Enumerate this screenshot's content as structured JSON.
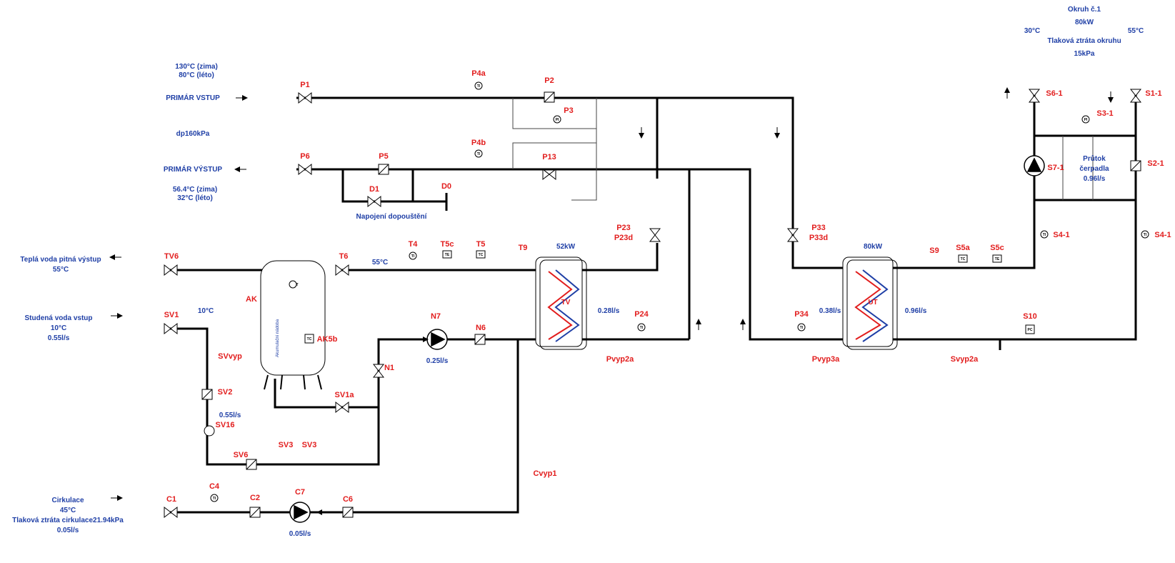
{
  "labels": {
    "primar_temp1": "130°C (zima)",
    "primar_temp2": "80°C (léto)",
    "primar_vstup": "PRIMÁR VSTUP",
    "dp": "dp160kPa",
    "primar_vystup": "PRIMÁR VÝSTUP",
    "vystup_temp1": "56.4°C (zima)",
    "vystup_temp2": "32°C (léto)",
    "napojeni": "Napojení dopouštění",
    "tepla_voda": "Teplá voda pitná výstup",
    "tepla_voda_temp": "55°C",
    "studena_voda": "Studená voda vstup",
    "studena_temp": "10°C",
    "studena_flow": "0.55l/s",
    "cirkulace": "Cirkulace",
    "cirk_temp": "45°C",
    "cirk_ztrata": "Tlaková ztráta cirkulace21.94kPa",
    "cirk_flow": "0.05l/s",
    "okruh": "Okruh č.1",
    "okruh_kw": "80kW",
    "okruh_t1": "30°C",
    "okruh_t2": "55°C",
    "okruh_ztrata": "Tlaková ztráta okruhu",
    "okruh_kpa": "15kPa",
    "prutok": "Průtok",
    "cerpadla": "čerpadla",
    "prutok_val": "0.96l/s",
    "temp_10": "10°C",
    "temp_55": "55°C",
    "tv_kw": "52kW",
    "ut_kw": "80kW",
    "flow_tv": "0.28l/s",
    "flow_ut_a": "0.38l/s",
    "flow_ut_b": "0.96l/s",
    "flow_n7": "0.25l/s",
    "flow_sv": "0.55l/s",
    "flow_c7": "0.05l/s",
    "tv": "TV",
    "ut": "UT",
    "ak": "AK",
    "ak_text": "Akumulační nádoba"
  },
  "components": {
    "P1": "P1",
    "P2": "P2",
    "P3": "P3",
    "P4a": "P4a",
    "P4b": "P4b",
    "P5": "P5",
    "P6": "P6",
    "P13": "P13",
    "D1": "D1",
    "D0": "D0",
    "P23": "P23",
    "P23d": "P23d",
    "P24": "P24",
    "P33": "P33",
    "P33d": "P33d",
    "P34": "P34",
    "Pvyp2a": "Pvyp2a",
    "Pvyp3a": "Pvyp3a",
    "Svyp2a": "Svyp2a",
    "TV6": "TV6",
    "T6": "T6",
    "T4": "T4",
    "T5c": "T5c",
    "T5": "T5",
    "T9": "T9",
    "SV1": "SV1",
    "SVvyp": "SVvyp",
    "SV2": "SV2",
    "SV16": "SV16",
    "SV6": "SV6",
    "SV3a": "SV3",
    "SV3b": "SV3",
    "SV1a": "SV1a",
    "N1": "N1",
    "N7": "N7",
    "N6": "N6",
    "AK5b": "AK5b",
    "C1": "C1",
    "C4": "C4",
    "C2": "C2",
    "C7": "C7",
    "C6": "C6",
    "Cvyp1": "Cvyp1",
    "S6_1": "S6-1",
    "S1_1": "S1-1",
    "S3_1": "S3-1",
    "S7_1": "S7-1",
    "S2_1": "S2-1",
    "S4_1a": "S4-1",
    "S4_1b": "S4-1",
    "S9": "S9",
    "S5a": "S5a",
    "S5c": "S5c",
    "S10": "S10"
  },
  "instr": {
    "TI": "TI",
    "PI": "PI",
    "TC": "TC",
    "TE": "TE",
    "PC": "PC",
    "T": "T"
  },
  "colors": {
    "label": "#1f3fa6",
    "tag": "#e21d1d",
    "pipe": "#000000"
  }
}
